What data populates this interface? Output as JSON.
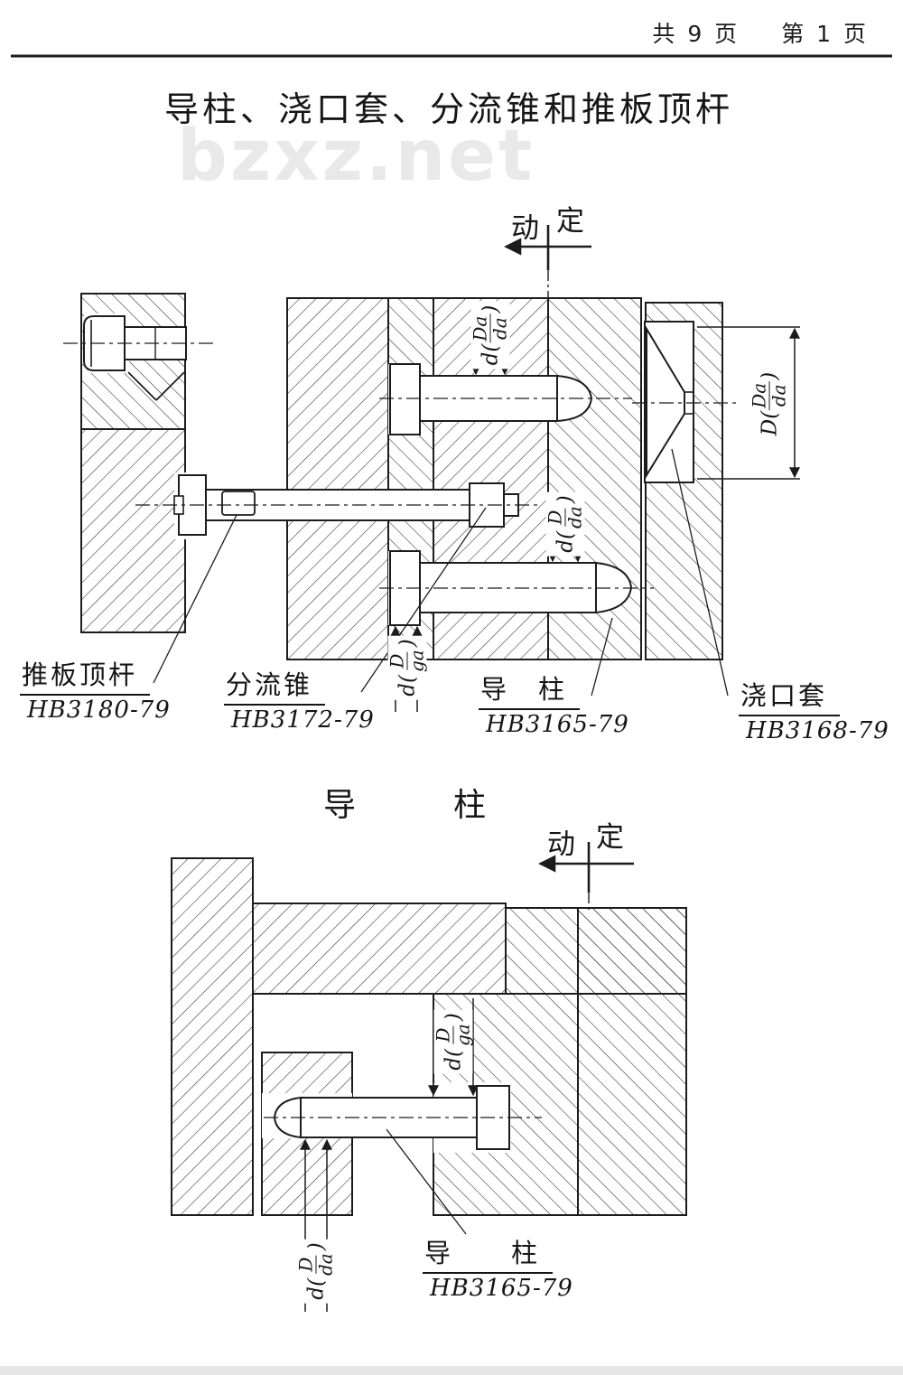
{
  "header": {
    "pages_total": "共 9 页",
    "page_current": "第 1 页"
  },
  "title": "导柱、浇口套、分流锥和推板顶杆",
  "watermark": "bzxz.net",
  "colors": {
    "ink": "#1c1c1c",
    "paper": "#ffffff",
    "watermark_gray": "#e9e9e9",
    "scan_edge": "#e5e6e8"
  },
  "diagram1": {
    "side_marker": {
      "left": "动",
      "right": "定"
    },
    "dims": {
      "d_Da_da": {
        "prefix": "d(",
        "num": "Da",
        "den": "da",
        "suffix": ")"
      },
      "D_Da_da": {
        "prefix": "D(",
        "num": "Da",
        "den": "da",
        "suffix": ")"
      },
      "d_D_da": {
        "prefix": "d(",
        "num": "D",
        "den": "da",
        "suffix": ")"
      },
      "d_D_ga": {
        "prefix": "d(",
        "num": "D",
        "den": "ga",
        "suffix": ")"
      }
    },
    "parts": [
      {
        "name": "推板顶杆",
        "std": "HB3180-79"
      },
      {
        "name": "分流锥",
        "std": "HB3172-79"
      },
      {
        "name": "导　柱",
        "std": "HB3165-79"
      },
      {
        "name": "浇口套",
        "std": "HB3168-79"
      }
    ]
  },
  "section2": {
    "title": "导　　　柱",
    "side_marker": {
      "left": "动",
      "right": "定"
    },
    "dims": {
      "d_D_ga": {
        "prefix": "d(",
        "num": "D",
        "den": "ga",
        "suffix": ")"
      },
      "d_D_da": {
        "prefix": "d(",
        "num": "D",
        "den": "da",
        "suffix": ")"
      }
    },
    "part": {
      "name": "导　　柱",
      "std": "HB3165-79"
    }
  }
}
